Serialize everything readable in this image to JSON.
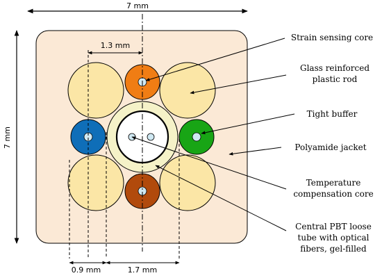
{
  "dimensions": {
    "width": "7 mm",
    "height": "7 mm",
    "offset_top": "1.3 mm",
    "offset_left": "0.9 mm",
    "offset_center": "1.7 mm"
  },
  "labels": {
    "strain_sensing_core": "Strain sensing core",
    "grp_rod_line1": "Glass reinforced",
    "grp_rod_line2": "plastic rod",
    "tight_buffer": "Tight buffer",
    "polyamide_jacket": "Polyamide jacket",
    "temp_core_line1": "Temperature",
    "temp_core_line2": "compensation core",
    "pbt_line1": "Central PBT loose",
    "pbt_line2": "tube with optical",
    "pbt_line3": "fibers, gel-filled"
  },
  "colors": {
    "jacket": "#fbe9d6",
    "rod": "#fbe6a6",
    "strain_core": "#f07d14",
    "tight_buffer_blue": "#0f6eb8",
    "tight_buffer_green": "#18a515",
    "temp_core": "#b14a0c",
    "pbt_ring": "#f5f2c8",
    "fiber": "#cfe8f2"
  }
}
